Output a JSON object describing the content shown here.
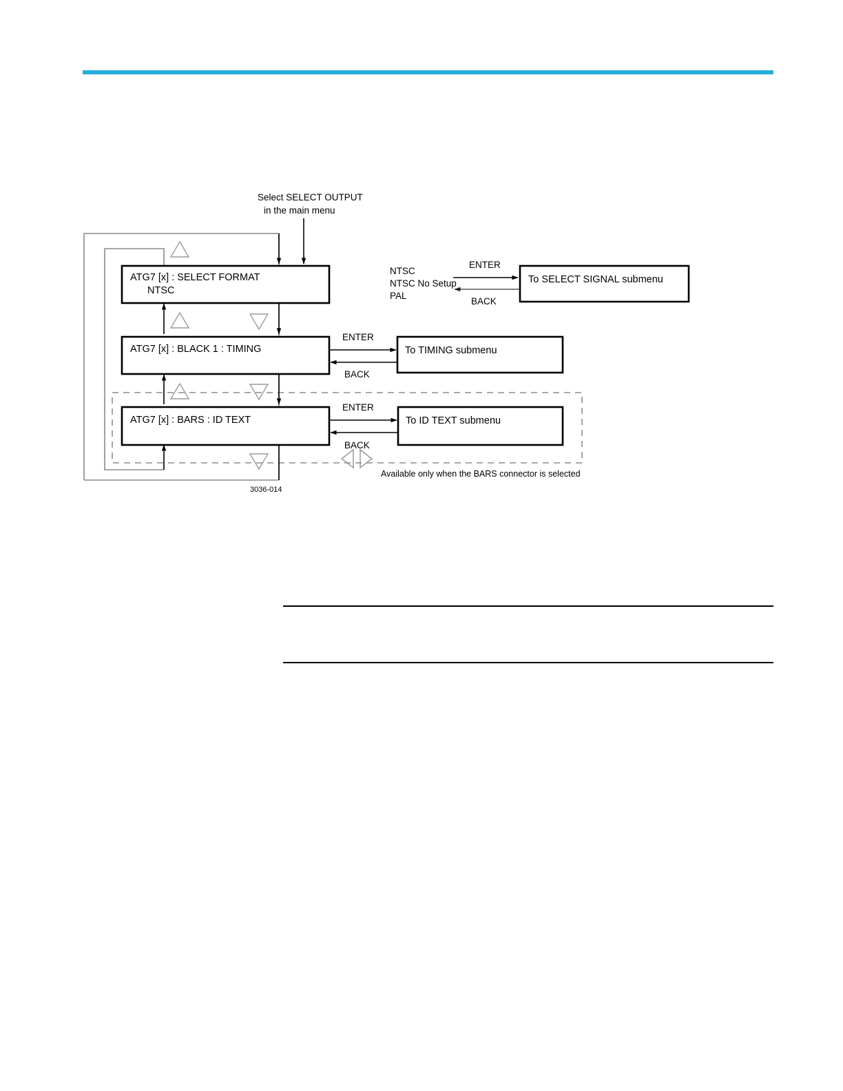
{
  "page": {
    "header_rule_color": "#27aedb",
    "figure_id": "3036-014"
  },
  "figure": {
    "entry_note_line1": "Select SELECT OUTPUT",
    "entry_note_line2": "in the main menu",
    "footnote": "Available only  when the BARS connector is selected",
    "menu_boxes": [
      {
        "line1": "ATG7 [x] : SELECT FORMAT",
        "line2": "NTSC"
      },
      {
        "line1": "ATG7 [x] : BLACK 1 : TIMING",
        "line2": ""
      },
      {
        "line1": "ATG7 [x] : BARS : ID TEXT",
        "line2": ""
      }
    ],
    "format_options": [
      "NTSC",
      "NTSC No Setup",
      "PAL"
    ],
    "submenu_boxes": [
      {
        "label": "To SELECT SIGNAL submenu"
      },
      {
        "label": "To TIMING submenu"
      },
      {
        "label": "To ID TEXT submenu"
      }
    ],
    "transitions": [
      {
        "forward": "ENTER",
        "back": "BACK"
      },
      {
        "forward": "ENTER",
        "back": "BACK"
      },
      {
        "forward": "ENTER",
        "back": "BACK"
      }
    ]
  }
}
